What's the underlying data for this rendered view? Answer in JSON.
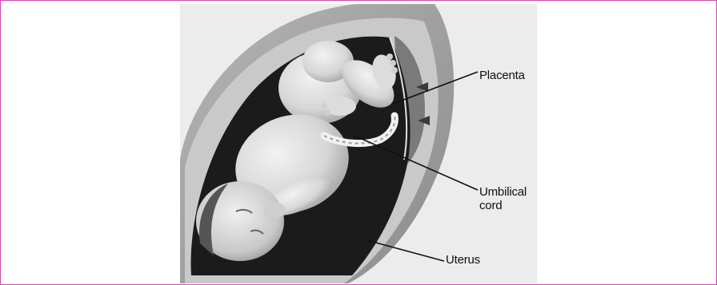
{
  "labels": {
    "placenta": "Placenta",
    "umbilical_line1": "Umbilical",
    "umbilical_line2": "cord",
    "uterus": "Uterus"
  },
  "colors": {
    "frame_border": "#d04aa8",
    "background_gray": "#e8e8e8",
    "uterine_wall": "#9a9a9a",
    "cavity": "#1a1a1a",
    "skin": "#dadada",
    "label_text": "#111111"
  }
}
